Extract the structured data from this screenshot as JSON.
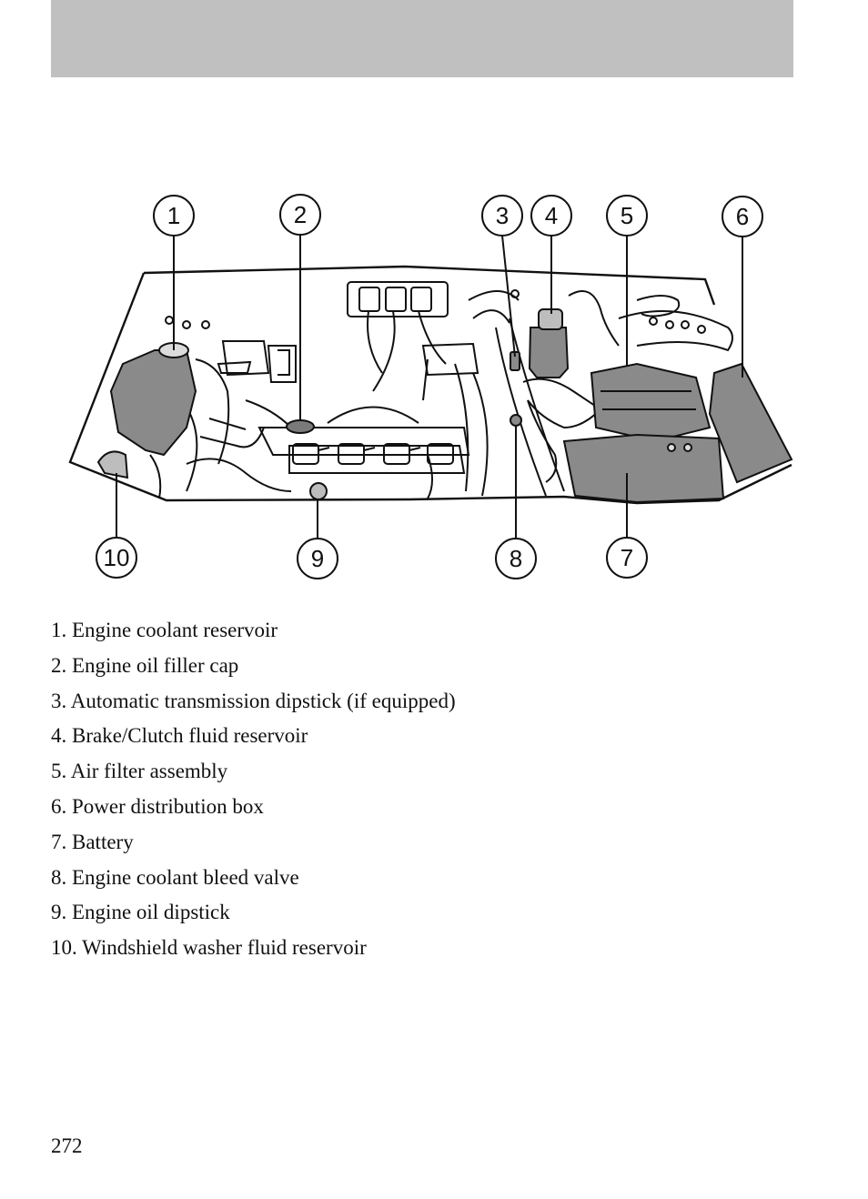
{
  "figure": {
    "callouts_top": [
      "1",
      "2",
      "3",
      "4",
      "5",
      "6"
    ],
    "callouts_bottom": [
      "10",
      "9",
      "8",
      "7"
    ]
  },
  "legend": {
    "items": [
      "1. Engine coolant reservoir",
      "2. Engine oil filler cap",
      "3. Automatic transmission dipstick (if equipped)",
      "4. Brake/Clutch fluid reservoir",
      "5. Air filter assembly",
      "6. Power distribution box",
      "7. Battery",
      "8. Engine coolant bleed valve",
      "9. Engine oil dipstick",
      "10. Windshield washer fluid reservoir"
    ]
  },
  "footer": {
    "page_number": "272"
  }
}
